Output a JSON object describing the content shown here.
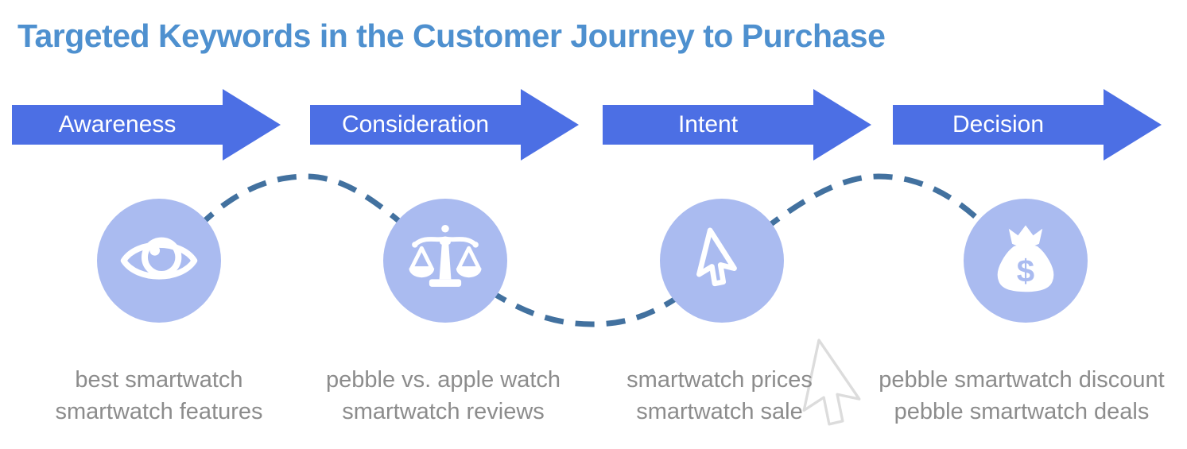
{
  "title": "Targeted Keywords in the Customer Journey to Purchase",
  "colors": {
    "title_blue": "#4e90cf",
    "arrow_blue": "#4c6fe4",
    "arrow_label": "#ffffff",
    "circle_fill": "#aabbf0",
    "icon_white": "#ffffff",
    "dash_blue": "#42719f",
    "keyword_gray": "#8c8c8c",
    "ghost_gray": "#d9d9d9"
  },
  "stages": [
    {
      "label": "Awareness",
      "icon": "eye-icon",
      "keywords": [
        "best smartwatch",
        "smartwatch features"
      ]
    },
    {
      "label": "Consideration",
      "icon": "scales-icon",
      "keywords": [
        "pebble vs. apple watch",
        "smartwatch reviews"
      ]
    },
    {
      "label": "Intent",
      "icon": "cursor-icon",
      "keywords": [
        "smartwatch prices",
        "smartwatch sale"
      ]
    },
    {
      "label": "Decision",
      "icon": "money-bag-icon",
      "keywords": [
        "pebble smartwatch discount",
        "pebble smartwatch deals"
      ]
    }
  ]
}
